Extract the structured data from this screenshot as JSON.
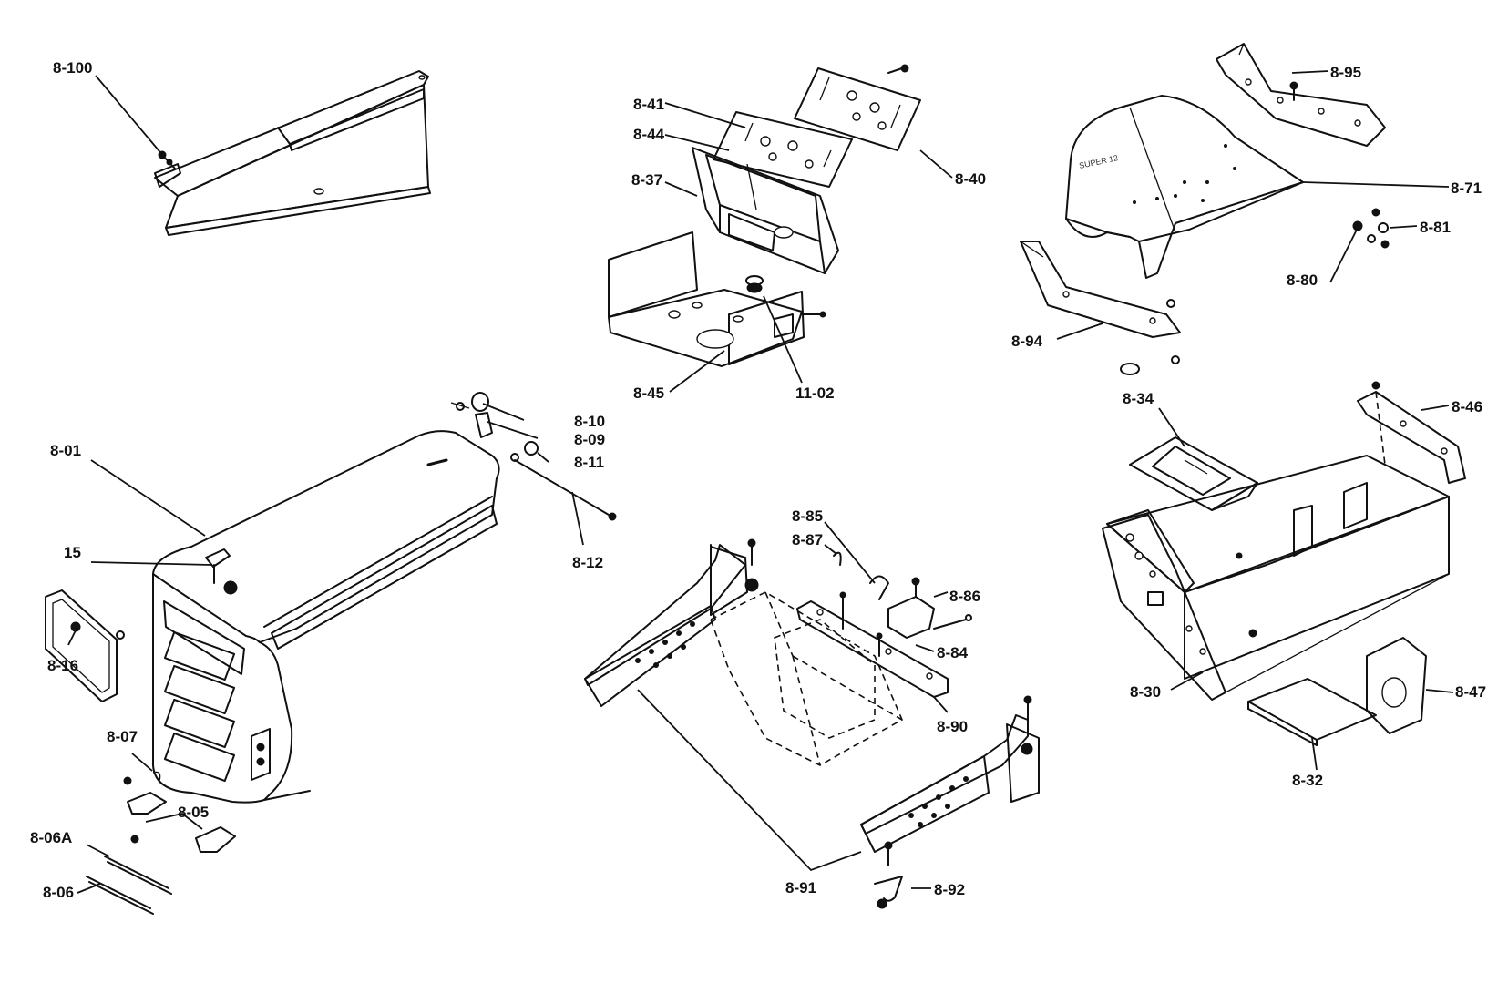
{
  "labels": {
    "p8_100": "8-100",
    "p8_41": "8-41",
    "p8_44": "8-44",
    "p8_37": "8-37",
    "p8_40": "8-40",
    "p8_45": "8-45",
    "p11_02": "11-02",
    "p8_95": "8-95",
    "p8_71": "8-71",
    "p8_81": "8-81",
    "p8_80": "8-80",
    "p8_94": "8-94",
    "p8_34": "8-34",
    "p8_46": "8-46",
    "p8_10": "8-10",
    "p8_09": "8-09",
    "p8_11": "8-11",
    "p8_12": "8-12",
    "p8_01": "8-01",
    "p15": "15",
    "p8_16": "8-16",
    "p8_07": "8-07",
    "p8_05": "8-05",
    "p8_06A": "8-06A",
    "p8_06": "8-06",
    "p8_85": "8-85",
    "p8_87": "8-87",
    "p8_86": "8-86",
    "p8_84": "8-84",
    "p8_90": "8-90",
    "p8_91": "8-91",
    "p8_92": "8-92",
    "p8_30": "8-30",
    "p8_47": "8-47",
    "p8_32": "8-32"
  },
  "hood_emblem": "SUPER 12",
  "colors": {
    "ink": "#111111",
    "paper": "#ffffff"
  }
}
